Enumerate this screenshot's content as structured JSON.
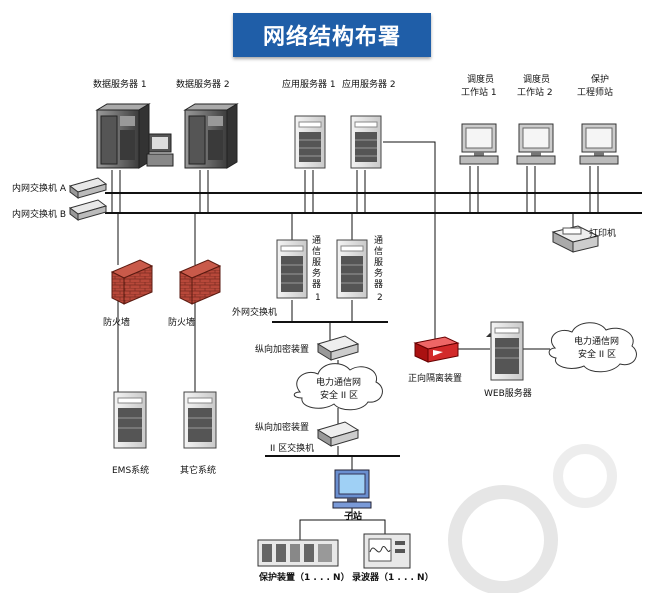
{
  "title": "网络结构布署",
  "labels": {
    "data_server_1": "数据服务器 1",
    "data_server_2": "数据服务器 2",
    "app_server_1": "应用服务器 1",
    "app_server_2": "应用服务器 2",
    "dispatcher_ws1_l1": "调度员",
    "dispatcher_ws1_l2": "工作站 1",
    "dispatcher_ws2_l1": "调度员",
    "dispatcher_ws2_l2": "工作站 2",
    "protection_ws_l1": "保护",
    "protection_ws_l2": "工程师站",
    "lan_switch_a": "内网交换机 A",
    "lan_switch_b": "内网交换机 B",
    "printer": "打印机",
    "comm_server_1_chars": [
      "通",
      "信",
      "服",
      "务",
      "器",
      "1"
    ],
    "comm_server_2_chars": [
      "通",
      "信",
      "服",
      "务",
      "器",
      "2"
    ],
    "firewall_1": "防火墙",
    "firewall_2": "防火墙",
    "outer_switch": "外网交换机",
    "encryption_1": "纵向加密装置",
    "encryption_2": "纵向加密装置",
    "power_net_l1": "电力通信网",
    "power_net_l2": "安全 II 区",
    "power_net2_l1": "电力通信网",
    "power_net2_l2": "安全 II 区",
    "isolation": "正向隔离装置",
    "web_server": "WEB服务器",
    "ems": "EMS系统",
    "other_sys": "其它系统",
    "zone2_switch": "II 区交换机",
    "substation": "子站",
    "protection_dev": "保护装置（1 . . . N）",
    "recorder": "录波器（1 . . . N）"
  },
  "colors": {
    "title_bg": "#1f5ea8",
    "firewall": "#b8483a",
    "isolation": "#d22a2a",
    "line": "#111111"
  }
}
